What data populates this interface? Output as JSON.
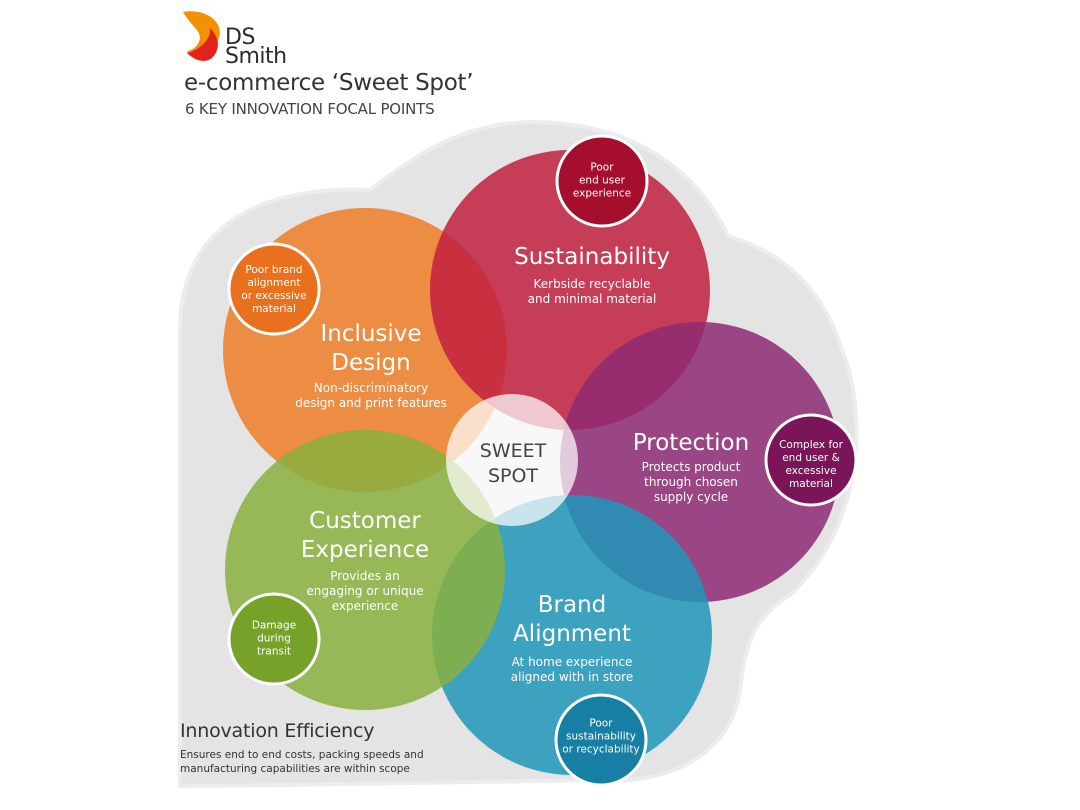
{
  "logo": {
    "line1": "DS",
    "line2": "Smith",
    "colors": [
      "#e2231a",
      "#f39200"
    ]
  },
  "header": {
    "title": "e-commerce ‘Sweet Spot’",
    "subtitle": "6 KEY INNOVATION FOCAL POINTS"
  },
  "circles": {
    "sustainability": {
      "title": "Sustainability",
      "description": "Kerbside recyclable\nand minimal material",
      "badge": "Poor\nend user\nexperience",
      "color": "#c1203f",
      "badge_color": "#a50f2d"
    },
    "inclusive_design": {
      "title": "Inclusive\nDesign",
      "description": "Non-discriminatory\ndesign and print features",
      "badge": "Poor brand\nalignment\nor excessive\nmaterial",
      "color": "#ef7e27",
      "badge_color": "#e9701c"
    },
    "protection": {
      "title": "Protection",
      "description": "Protects product\nthrough chosen\nsupply cycle",
      "badge": "Complex for\nend user &\nexcessive\nmaterial",
      "color": "#8e2a73",
      "badge_color": "#7a1559"
    },
    "customer_experience": {
      "title": "Customer\nExperience",
      "description": "Provides an\nengaging or unique\nexperience",
      "badge": "Damage\nduring\ntransit",
      "color": "#88b03e",
      "badge_color": "#77a22a"
    },
    "brand_alignment": {
      "title": "Brand\nAlignment",
      "description": "At home experience\naligned with in store",
      "badge": "Poor\nsustainability\nor recyclability",
      "color": "#1e96ba",
      "badge_color": "#177fa3"
    }
  },
  "sweet_spot": {
    "label": "SWEET\nSPOT"
  },
  "innovation_efficiency": {
    "title": "Innovation Efficiency",
    "description": "Ensures end to end costs, packing speeds and\nmanufacturing capabilities are within scope"
  },
  "background_color": "#e4e4e4"
}
